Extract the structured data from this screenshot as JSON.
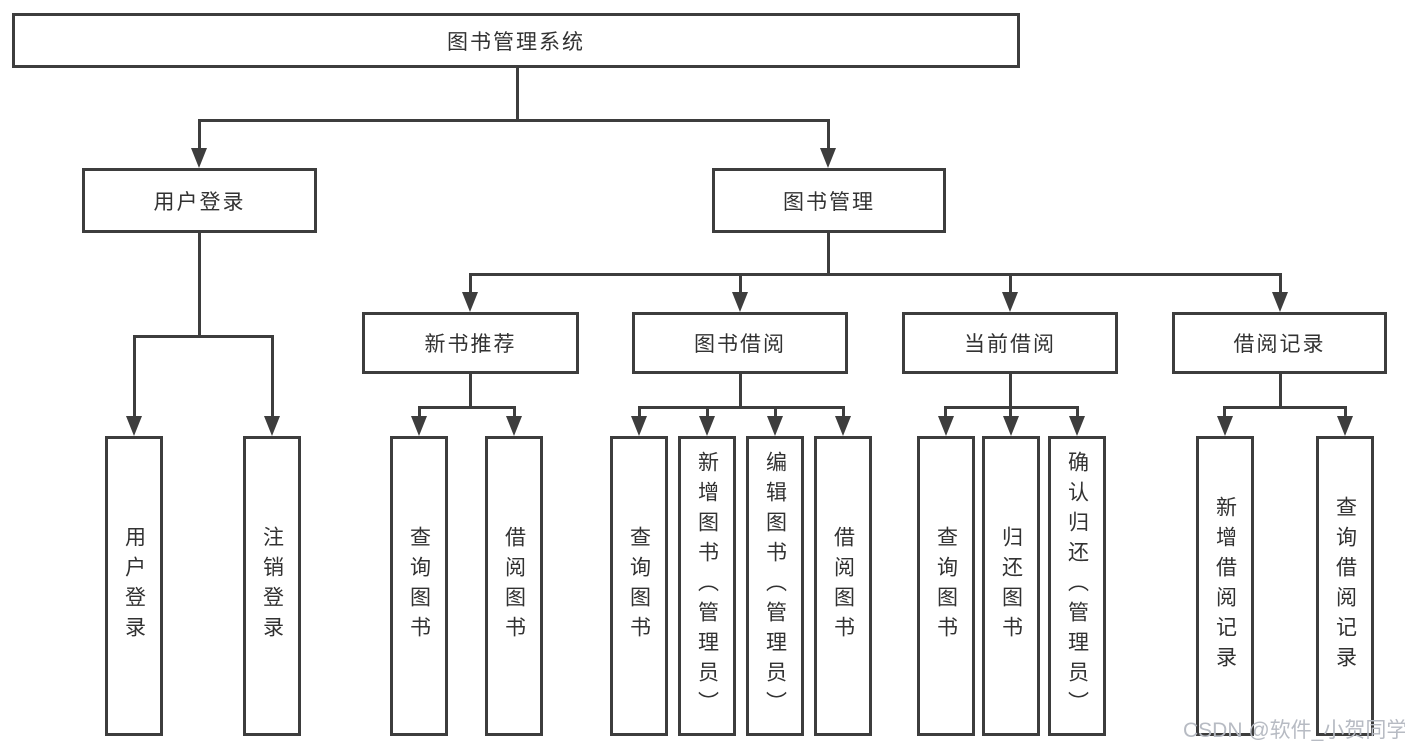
{
  "colors": {
    "line": "#3d3d3d",
    "text": "#323232",
    "background": "#ffffff",
    "watermark": "#b7bbc3"
  },
  "watermark": {
    "text": "CSDN @软件_小贺同学"
  },
  "tree": {
    "root": {
      "label": "图书管理系统",
      "children": [
        {
          "label": "用户登录",
          "children": [
            {
              "label": "用户登录"
            },
            {
              "label": "注销登录"
            }
          ]
        },
        {
          "label": "图书管理",
          "children": [
            {
              "label": "新书推荐",
              "children": [
                {
                  "label": "查询图书"
                },
                {
                  "label": "借阅图书"
                }
              ]
            },
            {
              "label": "图书借阅",
              "children": [
                {
                  "label": "查询图书"
                },
                {
                  "label": "新增图书（管理员）"
                },
                {
                  "label": "编辑图书（管理员）"
                },
                {
                  "label": "借阅图书"
                }
              ]
            },
            {
              "label": "当前借阅",
              "children": [
                {
                  "label": "查询图书"
                },
                {
                  "label": "归还图书"
                },
                {
                  "label": "确认归还（管理员）"
                }
              ]
            },
            {
              "label": "借阅记录",
              "children": [
                {
                  "label": "新增借阅记录"
                },
                {
                  "label": "查询借阅记录"
                }
              ]
            }
          ]
        }
      ]
    }
  }
}
